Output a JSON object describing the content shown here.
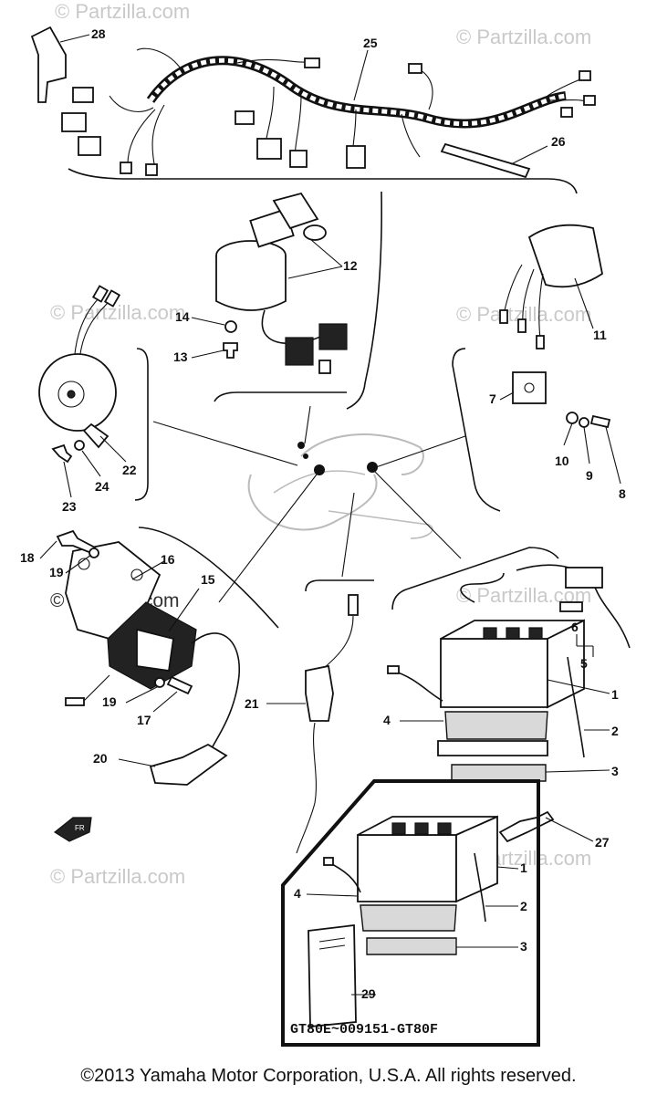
{
  "watermark": "© Partzilla.com",
  "model_label": "GT80E~009151-GT80F",
  "copyright": "©2013  Yamaha Motor Corporation, U.S.A. All rights reserved.",
  "callouts": {
    "c1a": "1",
    "c1b": "1",
    "c2a": "2",
    "c2b": "2",
    "c3a": "3",
    "c3b": "3",
    "c4a": "4",
    "c4b": "4",
    "c5": "5",
    "c6": "6",
    "c7": "7",
    "c8": "8",
    "c9": "9",
    "c10": "10",
    "c11": "11",
    "c12": "12",
    "c13": "13",
    "c14": "14",
    "c15": "15",
    "c16": "16",
    "c17": "17",
    "c18": "18",
    "c19a": "19",
    "c19b": "19",
    "c20": "20",
    "c21": "21",
    "c22": "22",
    "c23": "23",
    "c24": "24",
    "c25": "25",
    "c26": "26",
    "c27": "27",
    "c28": "28",
    "c29": "29"
  },
  "icons": {
    "front_arrow": "front-direction-arrow-icon"
  }
}
